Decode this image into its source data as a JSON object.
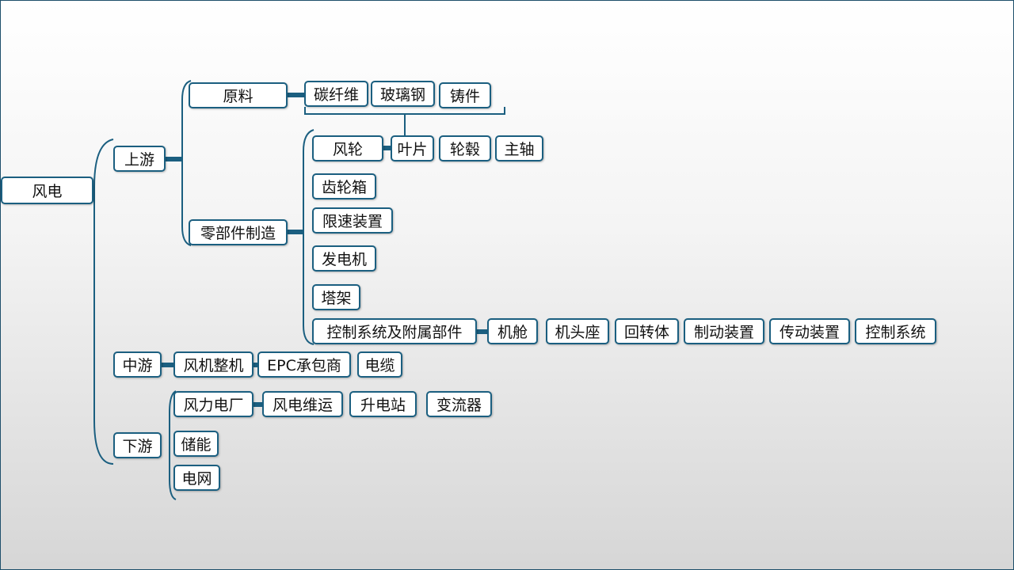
{
  "colors": {
    "node_border": "#1b5f80",
    "connector": "#1b5f80",
    "node_fill": "#ffffff"
  },
  "root": {
    "label": "风电"
  },
  "stages": {
    "upstream": {
      "label": "上游",
      "raw_materials": {
        "label": "原料",
        "items": [
          "碳纤维",
          "玻璃钢",
          "铸件"
        ]
      },
      "components": {
        "label": "零部件制造",
        "rotor": {
          "label": "风轮",
          "children": [
            "叶片",
            "轮毂",
            "主轴"
          ]
        },
        "gearbox": "齿轮箱",
        "speed_limiter": "限速装置",
        "generator": "发电机",
        "tower": "塔架",
        "control": {
          "label": "控制系统及附属部件",
          "children": [
            "机舱",
            "机头座",
            "回转体",
            "制动装置",
            "传动装置",
            "控制系统"
          ]
        }
      }
    },
    "midstream": {
      "label": "中游",
      "items": [
        "风机整机",
        "EPC承包商",
        "电缆"
      ]
    },
    "downstream": {
      "label": "下游",
      "wind_farm": {
        "label": "风力电厂",
        "children": [
          "风电维运",
          "升电站",
          "变流器"
        ]
      },
      "storage": "储能",
      "grid": "电网"
    }
  }
}
